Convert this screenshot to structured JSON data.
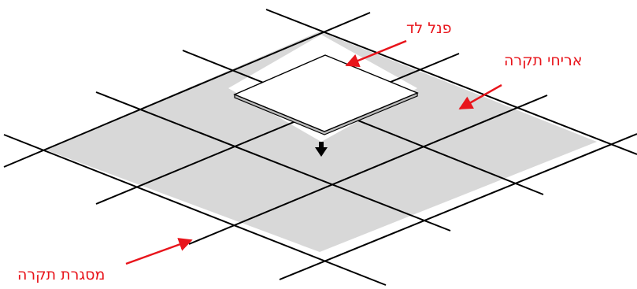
{
  "labels": {
    "led_panel": "פנל לד",
    "ceiling_tiles": "אריחי תקרה",
    "ceiling_frame": "מסגרת תקרה"
  },
  "colors": {
    "background": "#ffffff",
    "tile_fill": "#d8d8d8",
    "grid_line": "#000000",
    "panel_fill": "#ffffff",
    "label_text": "#e8141b",
    "arrow": "#e8141b"
  },
  "icons": {
    "install_direction": "down-arrow-icon"
  }
}
